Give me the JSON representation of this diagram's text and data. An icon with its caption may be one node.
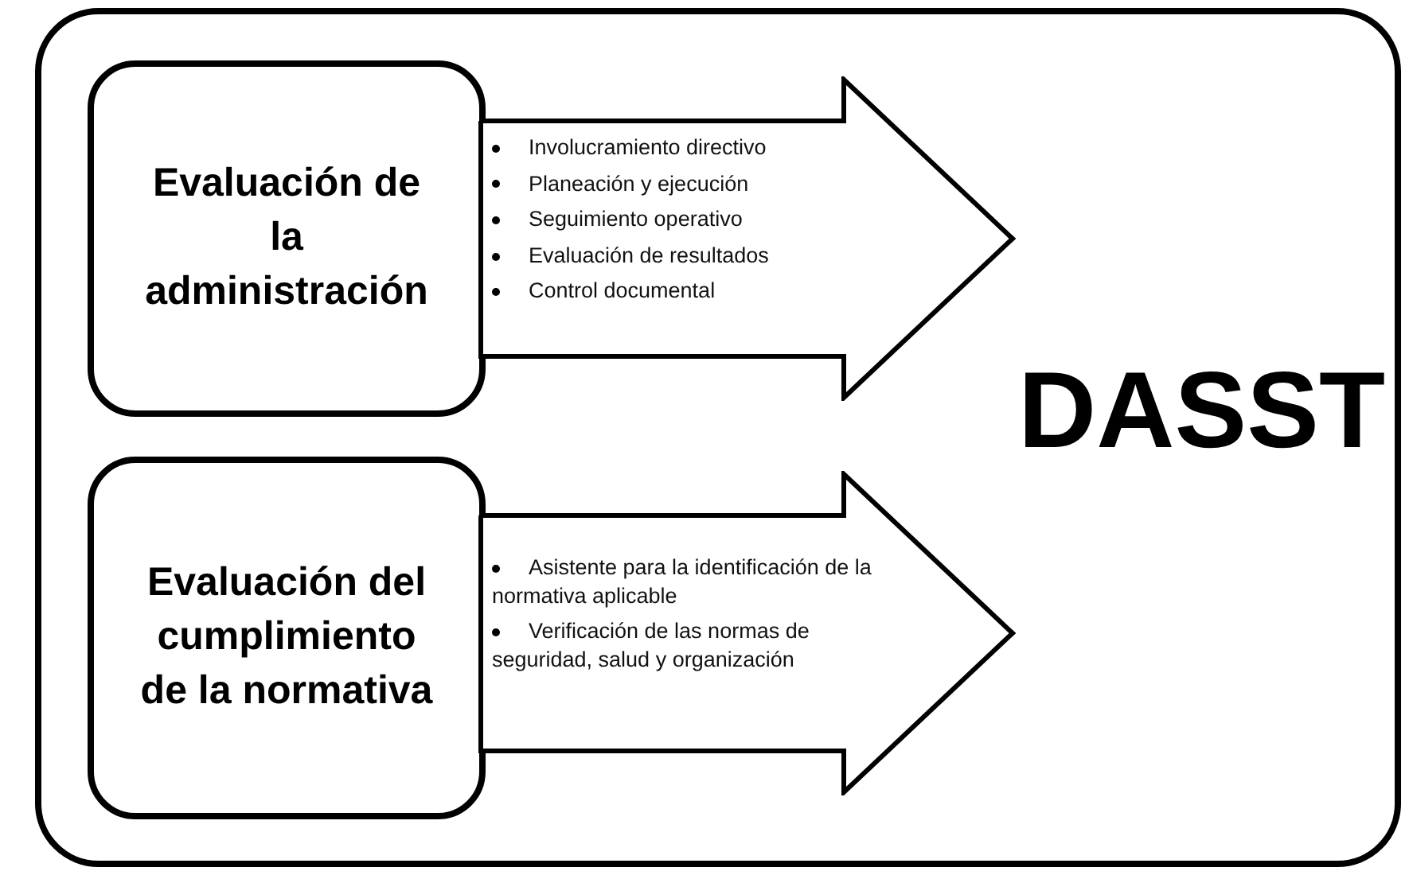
{
  "diagram": {
    "nodes": [
      {
        "text": [
          "DASST"
        ]
      },
      {
        "text": [
          "Evaluación de la administración"
        ],
        "in": 0
      },
      {
        "text": [
          "Involucramiento directivo",
          "Planeación y ejecución",
          "Seguimiento operativo",
          "Evaluación de resultados",
          "Control documental"
        ],
        "in": 0
      },
      {
        "text": [
          "Evaluación del cumplimiento de la normativa"
        ],
        "in": 0
      },
      {
        "text": [
          "Asistente para la identificación de la normativa aplicable",
          "Verificación de las normas de seguridad, salud y organización"
        ],
        "in": 0
      }
    ]
  }
}
